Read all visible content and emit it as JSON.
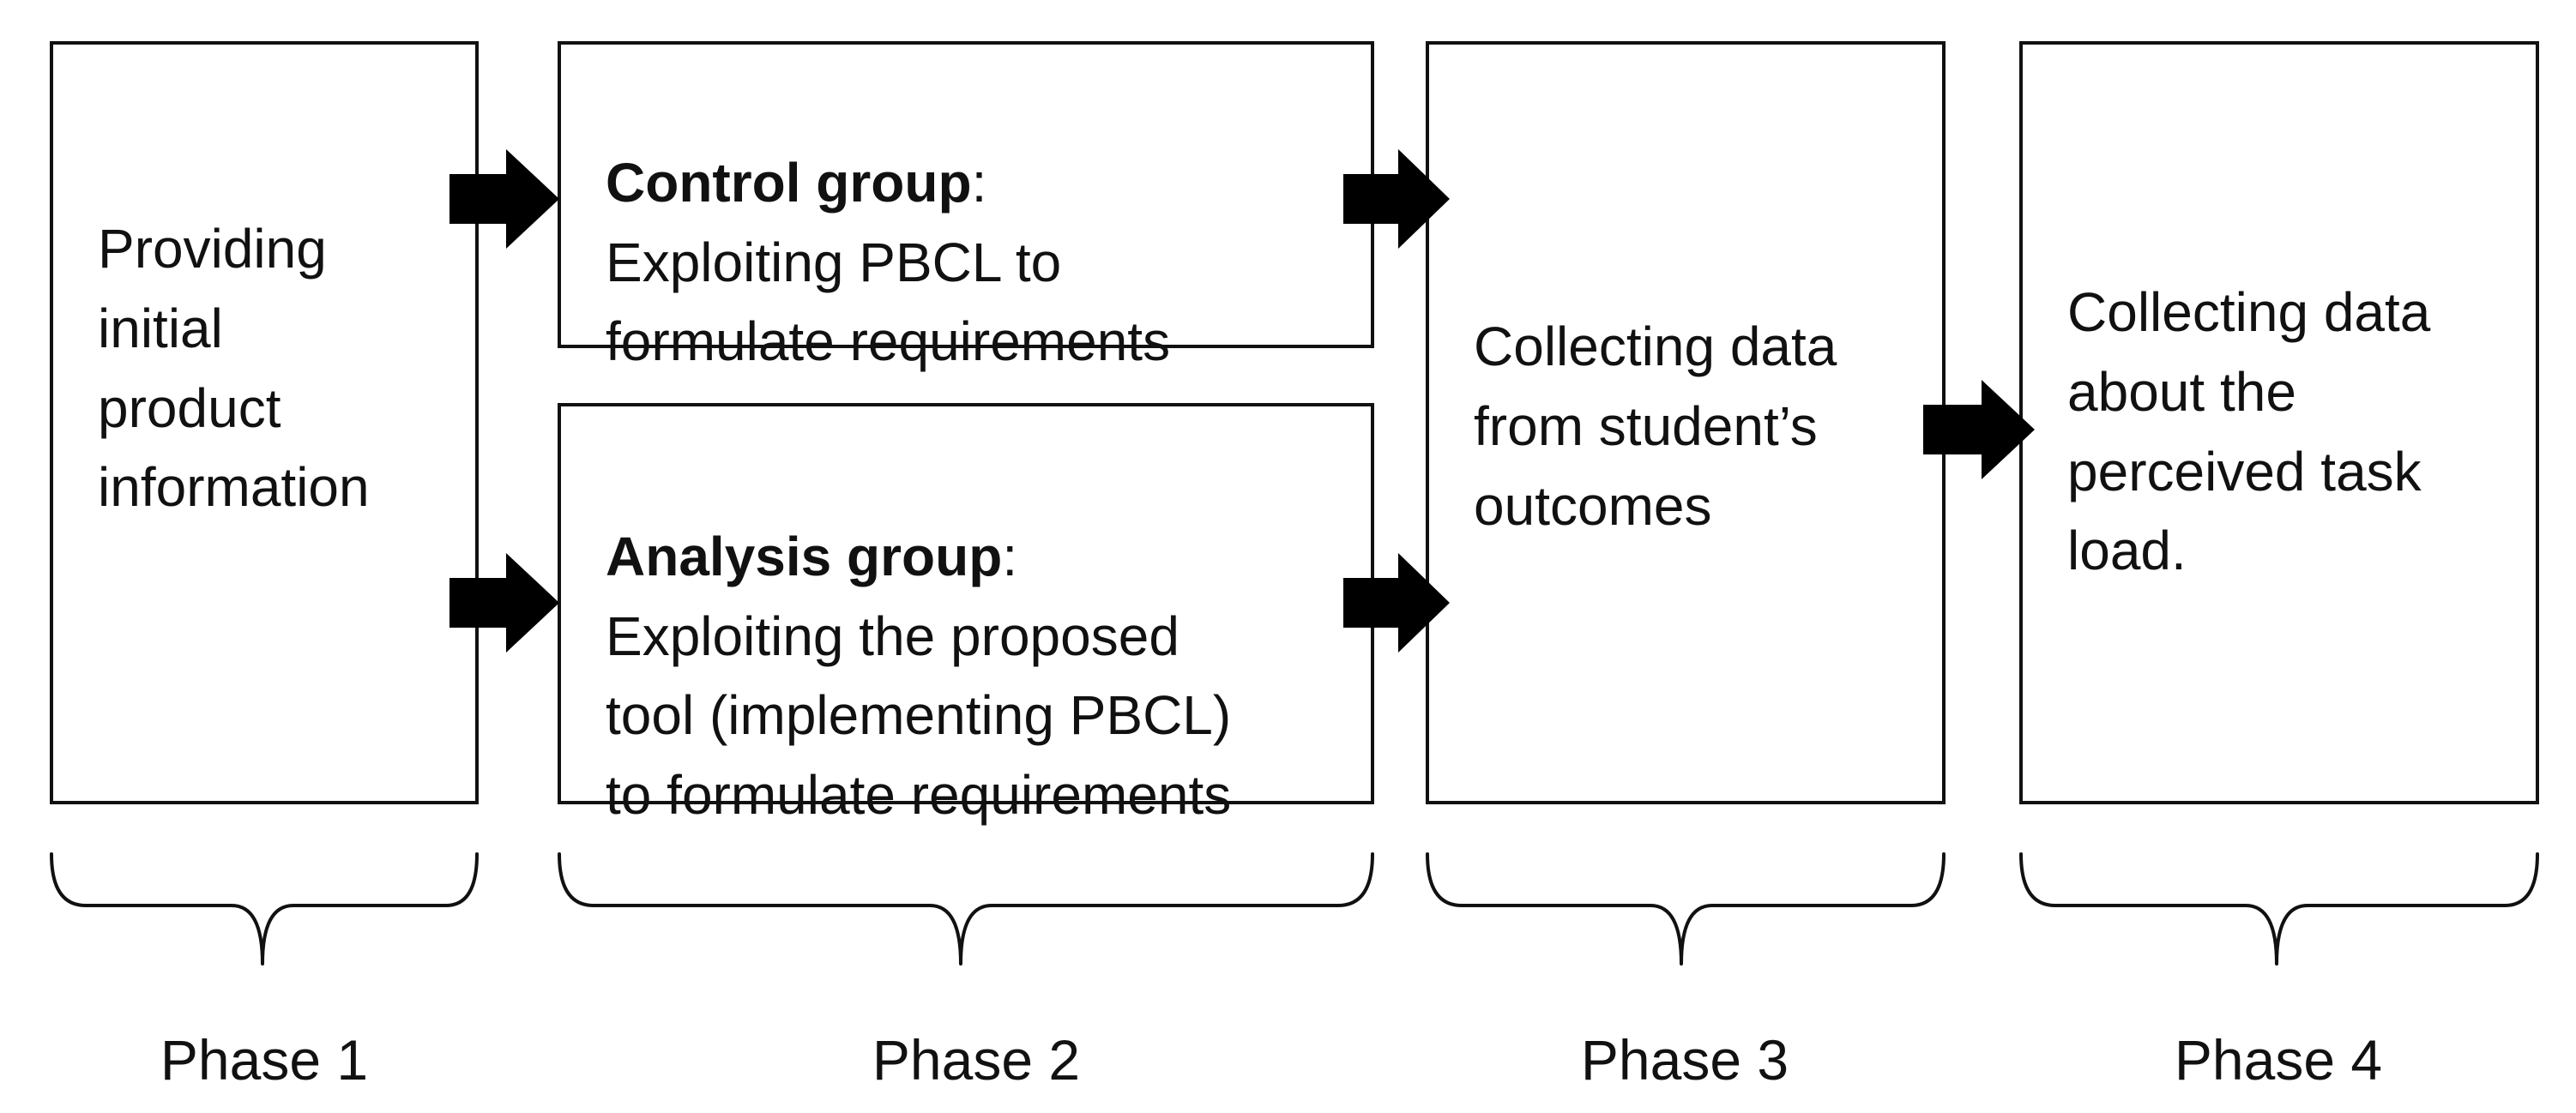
{
  "phase1": {
    "text": "Providing\ninitial\nproduct\ninformation"
  },
  "phase2": {
    "control": {
      "title": "Control group",
      "colon": ":",
      "text": "Exploiting PBCL to\nformulate requirements"
    },
    "analysis": {
      "title": "Analysis group",
      "colon": ":",
      "text": "Exploiting the proposed\ntool (implementing PBCL)\nto formulate requirements"
    }
  },
  "phase3": {
    "text": "Collecting data\nfrom student’s\noutcomes"
  },
  "phase4": {
    "text": "Collecting data\nabout the\nperceived task\nload."
  },
  "phase_labels": [
    "Phase 1",
    "Phase 2",
    "Phase 3",
    "Phase 4"
  ]
}
